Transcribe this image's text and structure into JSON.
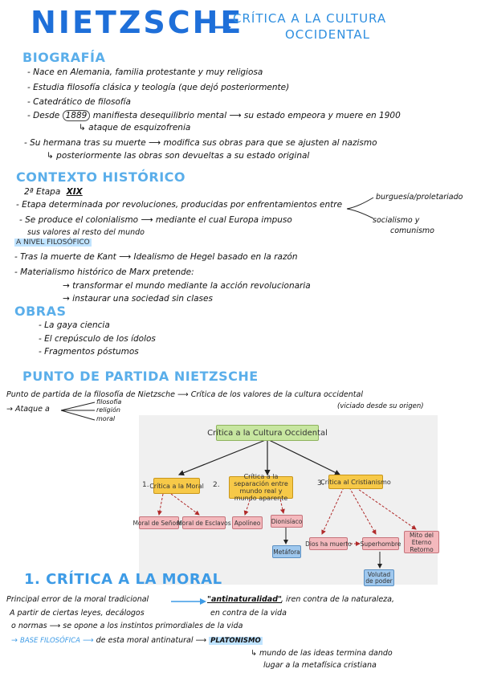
{
  "title": "NIETZSCHE",
  "subtitle_line1": "CRÍTICA A LA CULTURA",
  "subtitle_line2": "OCCIDENTAL",
  "biografia": {
    "heading": "BIOGRAFÍA",
    "items": [
      "- Nace en Alemania, familia protestante y muy religiosa",
      "- Estudia filosofía clásica y teología (que dejó posteriormente)",
      "- Catedrático de filosofía",
      "- Desde",
      "1889",
      "manifiesta desequilibrio mental",
      "su estado empeora y muere en 1900",
      "ataque de esquizofrenia",
      "- Su hermana tras su muerte",
      "modifica sus obras para que se ajusten al nazismo",
      "posteriormente las obras son devueltas a su estado original"
    ]
  },
  "contexto": {
    "heading": "CONTEXTO HISTÓRICO",
    "etapa_a": "2ª Etapa",
    "etapa_b": "XIX",
    "items": [
      "- Etapa determinada por revoluciones, producidas por enfrentamientos entre",
      "- Se produce el colonialismo",
      "mediante el cual Europa impuso",
      "sus valores al resto del mundo"
    ],
    "right1": "burguesía/proletariado",
    "right2": "socialismo y",
    "right3": "comunismo",
    "nivel": "A NIVEL FILOSÓFICO",
    "nivel_items": [
      "- Tras la muerte de Kant",
      "Idealismo de Hegel basado en la razón",
      "- Materialismo histórico de Marx pretende:",
      "transformar el mundo mediante la acción revolucionaria",
      "instaurar una sociedad sin clases"
    ]
  },
  "obras": {
    "heading": "OBRAS",
    "items": [
      "- La gaya ciencia",
      "- El crepúsculo de los ídolos",
      "- Fragmentos póstumos"
    ]
  },
  "punto": {
    "heading": "PUNTO DE PARTIDA NIETZSCHE",
    "line1a": "Punto de partida de la filosofía de Nietzsche",
    "line1b": "Crítica de los valores de la cultura occidental",
    "line1c": "(viciado desde su origen)",
    "ataque": "Ataque a",
    "targets": [
      "filosofía",
      "religión",
      "moral"
    ]
  },
  "diagram": {
    "root": "Crítica a la Cultura Occidental",
    "n1": "1.",
    "n2": "2.",
    "n3": "3.",
    "b1": "Crítica a la Moral",
    "b2": "Crítica a la separación entre mundo real y mundo aparente",
    "b3": "Crítica al Cristianismo",
    "p1": "Moral de Señores",
    "p2": "Moral de Esclavos",
    "p3": "Apolíneo",
    "p4": "Dionisíaco",
    "p5": "Dios ha muerto",
    "p6": "Superhombre",
    "p7": "Mito del Eterno Retorno",
    "q1": "Metáfora",
    "q2": "Volutad de poder"
  },
  "moral": {
    "heading": "1. CRÍTICA A LA MORAL",
    "l1a": "Principal error de la moral tradicional",
    "l1b": "\"antinaturalidad\"",
    "l1c": ", iren contra de la naturaleza,",
    "l2a": "A partir de ciertas leyes, decálogos",
    "l2b": "en contra de la vida",
    "l3a": "o normas",
    "l3b": "se opone a los instintos primordiales de la vida",
    "l4a": "BASE FILOSÓFICA",
    "l4b": "de esta moral antinatural",
    "l4c": "PLATONISMO",
    "l5": "mundo de las ideas termina dando",
    "l6": "lugar a la metafísica cristiana"
  }
}
